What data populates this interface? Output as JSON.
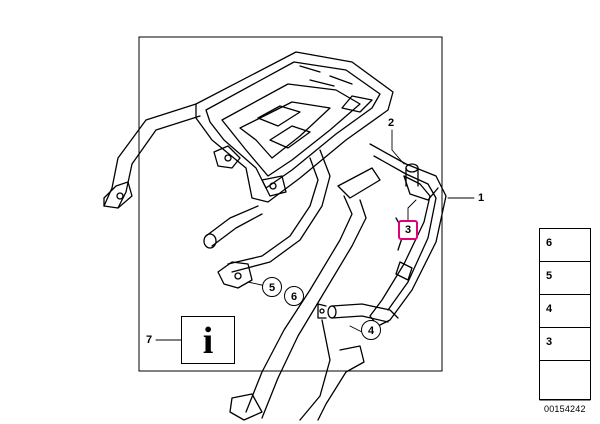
{
  "callouts": {
    "c1": "1",
    "c2": "2",
    "c3": "3",
    "c4": "4",
    "c5": "5",
    "c6": "6",
    "c7": "7"
  },
  "info_symbol": "i",
  "parts_list": [
    {
      "num": "6"
    },
    {
      "num": "5"
    },
    {
      "num": "4"
    },
    {
      "num": "3"
    }
  ],
  "drawing_code": "00154242",
  "colors": {
    "highlight": "#e0007a",
    "line": "#000000"
  },
  "icons": {
    "info": "info-icon",
    "arrow": "arrow-icon"
  }
}
